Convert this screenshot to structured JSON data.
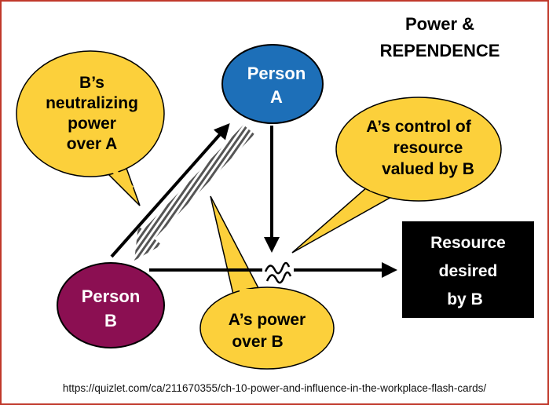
{
  "title": {
    "line1": "Power &",
    "line2": "REPENDENCE"
  },
  "person_a": {
    "line1": "Person",
    "line2": "A",
    "color": "#1d6fb8"
  },
  "person_b": {
    "line1": "Person",
    "line2": "B",
    "color": "#8b0f52"
  },
  "resource": {
    "line1": "Resource",
    "line2": "desired",
    "line3": "by B",
    "color": "#000000"
  },
  "bubbles": {
    "neutralizing": {
      "line1": "B’s",
      "line2": "neutralizing",
      "line3": "power",
      "line4": "over A"
    },
    "control": {
      "line1": "A’s control of",
      "line2": "resource",
      "line3": "valued by B"
    },
    "power": {
      "line1": "A’s power",
      "line2": "over B"
    }
  },
  "bubble_color": "#fcd03b",
  "frame_color": "#c0392b",
  "source_url": "https://quizlet.com/ca/211670355/ch-10-power-and-influence-in-the-workplace-flash-cards/"
}
